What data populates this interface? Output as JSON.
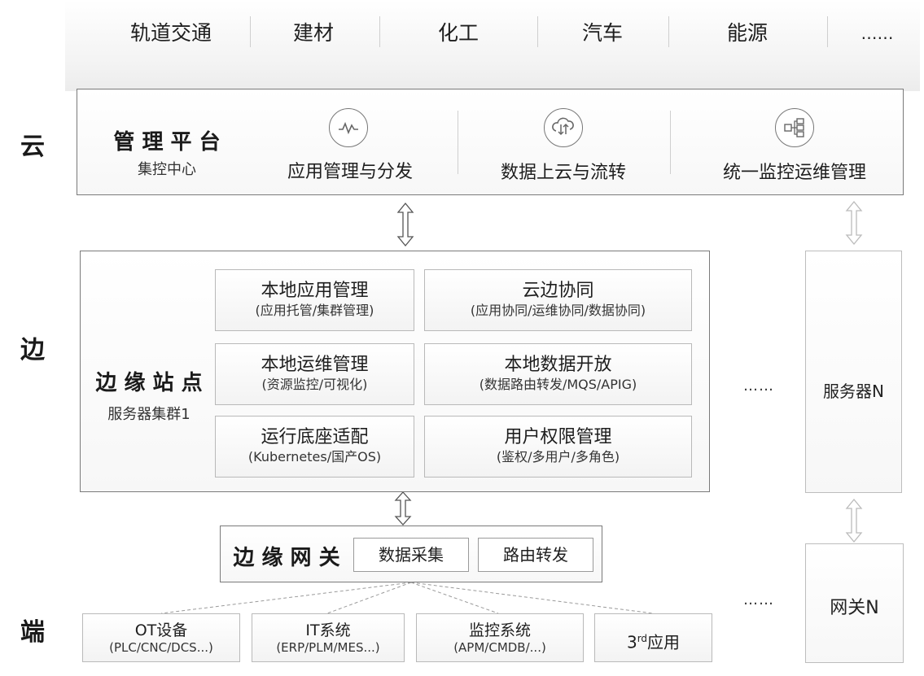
{
  "industries": [
    "轨道交通",
    "建材",
    "化工",
    "汽车",
    "能源",
    "……"
  ],
  "layers": {
    "cloud": "云",
    "edge": "边",
    "terminal": "端"
  },
  "cloud": {
    "title": "管 理 平 台",
    "subtitle": "集控中心",
    "features": [
      {
        "label": "应用管理与分发",
        "icon": "line-chart-icon"
      },
      {
        "label": "数据上云与流转",
        "icon": "cloud-sync-icon"
      },
      {
        "label": "统一监控运维管理",
        "icon": "org-tree-icon"
      }
    ]
  },
  "edge": {
    "title": "边 缘 站 点",
    "subtitle": "服务器集群1",
    "cards": [
      {
        "title": "本地应用管理",
        "sub": "(应用托管/集群管理)"
      },
      {
        "title": "云边协同",
        "sub": "(应用协同/运维协同/数据协同)"
      },
      {
        "title": "本地运维管理",
        "sub": "(资源监控/可视化)"
      },
      {
        "title": "本地数据开放",
        "sub": "(数据路由转发/MQS/APIG)"
      },
      {
        "title": "运行底座适配",
        "sub": "(Kubernetes/国产OS)"
      },
      {
        "title": "用户权限管理",
        "sub": "(鉴权/多用户/多角色)"
      }
    ],
    "ellipsis": "……",
    "server_n": "服务器N"
  },
  "gateway": {
    "title": "边 缘 网 关",
    "buttons": [
      "数据采集",
      "路由转发"
    ],
    "ellipsis": "……",
    "gateway_n": "网关N"
  },
  "terminals": [
    {
      "title": "OT设备",
      "sub": "(PLC/CNC/DCS...)"
    },
    {
      "title": "IT系统",
      "sub": "(ERP/PLM/MES...)"
    },
    {
      "title": "监控系统",
      "sub": "(APM/CMDB/...)"
    },
    {
      "title_base": "3",
      "title_sup": "rd",
      "title_rest": "应用"
    }
  ]
}
